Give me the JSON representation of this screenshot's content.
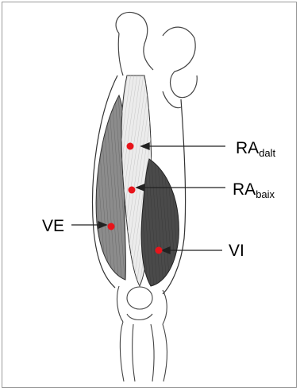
{
  "diagram": {
    "labels": {
      "ra_dalt": {
        "main": "RA",
        "sub": "dalt"
      },
      "ra_baix": {
        "main": "RA",
        "sub": "baix"
      },
      "ve": {
        "main": "VE"
      },
      "vi": {
        "main": "VI"
      }
    }
  },
  "colors": {
    "marker": "#e8141b",
    "muscle_dark": "#4a4a4a",
    "muscle_mid": "#8a8a8a",
    "line": "#222222"
  }
}
